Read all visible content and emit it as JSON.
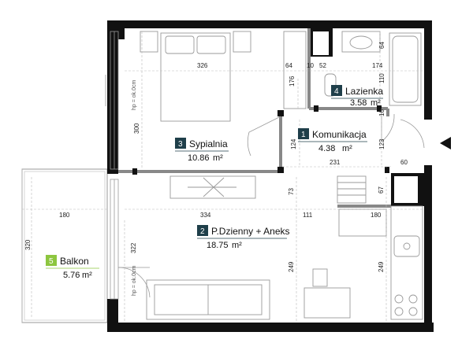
{
  "colors": {
    "wall": "#111111",
    "room_badge": "#1f3f4a",
    "balcony_badge": "#8dc63f",
    "furniture": "#9a9a9a",
    "dim_line": "#bbbbbb"
  },
  "rooms": [
    {
      "id": "komunikacja",
      "number": "1",
      "name": "Komunikacja",
      "area": "4.38",
      "unit": "m²"
    },
    {
      "id": "dzienny",
      "number": "2",
      "name": "P.Dzienny + Aneks",
      "area": "18.75",
      "unit": "m²"
    },
    {
      "id": "sypialnia",
      "number": "3",
      "name": "Sypialnia",
      "area": "10.86",
      "unit": "m²"
    },
    {
      "id": "lazienka",
      "number": "4",
      "name": "Lazienka",
      "area": "3.58",
      "unit": "m²"
    },
    {
      "id": "balkon",
      "number": "5",
      "name": "Balkon",
      "area": "5.76",
      "unit": "m²"
    }
  ],
  "dimensions": {
    "sypialnia_width": "326",
    "sypialnia_height": "300",
    "closet_width": "64",
    "closet_height": "176",
    "wall_10": "10",
    "niche_52": "52",
    "bath_width": "174",
    "bath_right_64": "64",
    "bath_110": "110",
    "bath_10": "10",
    "kom_124": "124",
    "kom_123": "123",
    "kom_231": "231",
    "kom_60": "60",
    "living_334": "334",
    "living_73": "73",
    "living_111": "111",
    "living_180": "180",
    "living_67": "67",
    "living_249_left": "249",
    "living_249_right": "249",
    "living_322": "322",
    "balkon_180": "180",
    "balkon_320": "320"
  },
  "notes": {
    "window_top": "hp = ok.0cm",
    "window_left": "hp = ok.0cm"
  },
  "entrance_icon": "entrance-arrow-icon"
}
